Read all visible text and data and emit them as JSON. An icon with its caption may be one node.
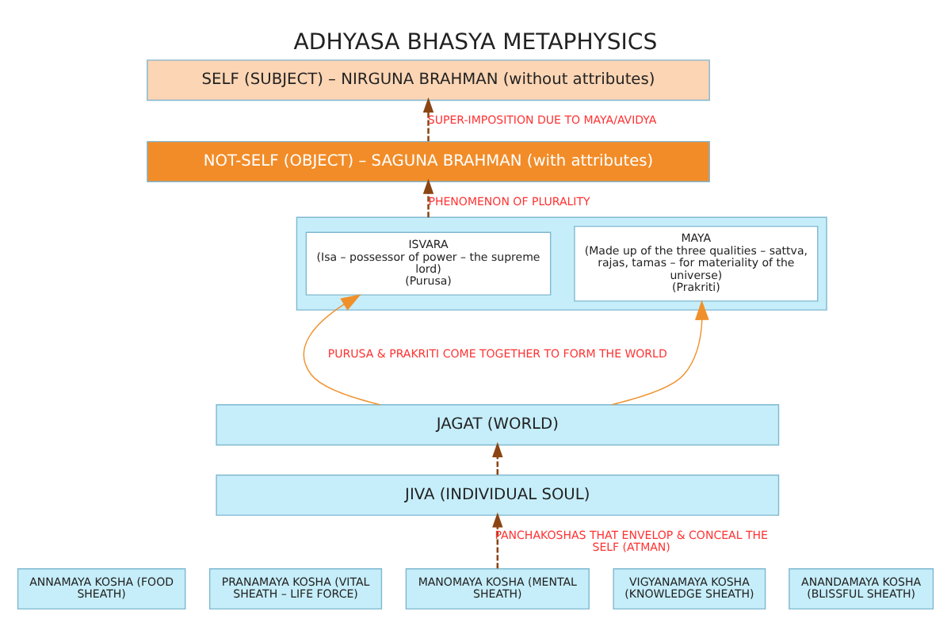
{
  "diagram": {
    "title": "ADHYASA BHASYA METAPHYSICS",
    "nodes": [
      {
        "text": [
          "SELF (SUBJECT) – NIRGUNA BRAHMAN (without attributes)"
        ]
      },
      {
        "text": [
          "NOT-SELF (OBJECT) – SAGUNA BRAHMAN (with attributes)"
        ]
      },
      {
        "text": [],
        "shape": "box"
      },
      {
        "text": [
          "ISVARA",
          "(Isa – possessor of power – the supreme lord)",
          "(Purusa)"
        ],
        "in": 2
      },
      {
        "text": [
          "MAYA",
          "(Made up of the three qualities – sattva, rajas, tamas – for materiality of the universe)",
          "(Prakriti)"
        ],
        "in": 2
      },
      {
        "text": [
          "JAGAT (WORLD)"
        ]
      },
      {
        "text": [
          "JIVA (INDIVIDUAL SOUL)"
        ]
      },
      {
        "text": [
          "ANNAMAYA KOSHA (FOOD SHEATH)"
        ]
      },
      {
        "text": [
          "PRANAMAYA KOSHA (VITAL SHEATH – LIFE FORCE)"
        ]
      },
      {
        "text": [
          "MANOMAYA KOSHA (MENTAL SHEATH)"
        ]
      },
      {
        "text": [
          "VIGYANAMAYA KOSHA (KNOWLEDGE SHEATH)"
        ]
      },
      {
        "text": [
          "ANANDAMAYA KOSHA (BLISSFUL SHEATH)"
        ]
      }
    ],
    "edges": [
      {
        "from": 1,
        "to": 0,
        "arrow": "to",
        "style": "dashed",
        "label": "SUPER-IMPOSITION DUE TO MAYA/AVIDYA"
      },
      {
        "from": 2,
        "to": 1,
        "arrow": "to",
        "style": "dashed",
        "label": "PHENOMENON OF PLURALITY"
      },
      {
        "from": 5,
        "to": 3,
        "arrow": "to",
        "color": "#f0902a"
      },
      {
        "from": 5,
        "to": 4,
        "arrow": "to",
        "color": "#f0902a"
      },
      {
        "from": 6,
        "to": 5,
        "arrow": "to",
        "style": "dashed"
      },
      {
        "from": 9,
        "to": 6,
        "arrow": "to",
        "style": "dashed",
        "label": "PANCHAKOSHAS THAT ENVELOP & CONCEAL THE SELF (ATMAN)"
      }
    ],
    "labels": [
      "PURUSA & PRAKRITI COME TOGETHER TO FORM THE WORLD"
    ]
  }
}
